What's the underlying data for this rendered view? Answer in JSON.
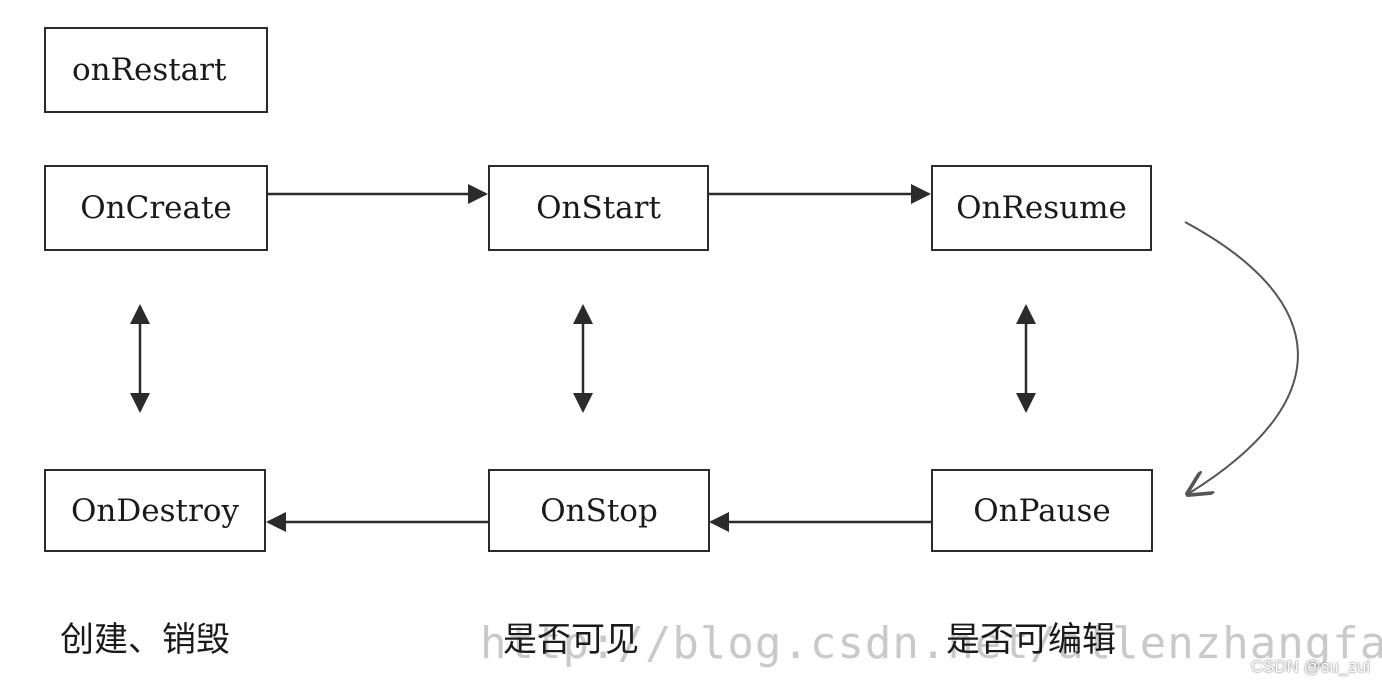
{
  "nodes": {
    "onrestart": "onRestart",
    "oncreate": "OnCreate",
    "onstart": "OnStart",
    "onresume": "OnResume",
    "ondestroy": "OnDestroy",
    "onstop": "OnStop",
    "onpause": "OnPause"
  },
  "captions": {
    "create_destroy": "创建、销毁",
    "visible": "是否可见",
    "editable": "是否可编辑"
  },
  "watermarks": {
    "url": "http://blog.csdn.net/allenzhangfan",
    "csdn": "CSDN @su_zui"
  },
  "colors": {
    "line": "#2b2b2b",
    "curve": "#555555",
    "watermark": "#c9c9c9"
  }
}
